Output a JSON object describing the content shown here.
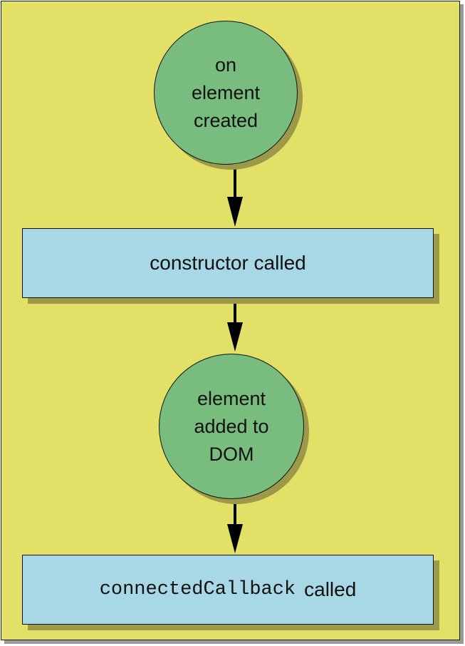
{
  "steps": {
    "created": "on\nelement\ncreated",
    "constructor": "constructor called",
    "added": "element\nadded to\nDOM",
    "callback_code": "connectedCallback",
    "callback_text": "called"
  },
  "colors": {
    "background": "#e3e067",
    "circle": "#78bd7e",
    "box": "#a8d7e6",
    "shadow": "#9c9a48"
  }
}
